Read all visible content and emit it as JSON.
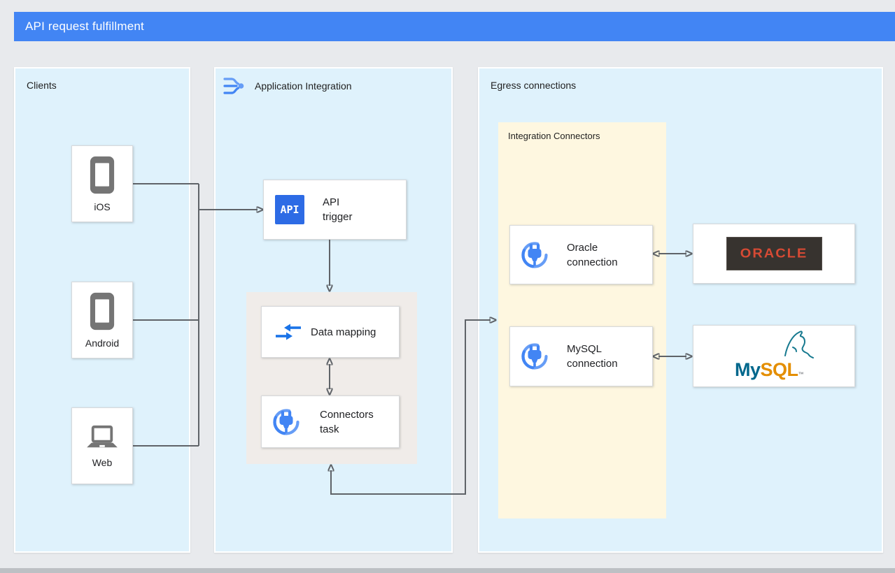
{
  "header": {
    "title": "API request fulfillment"
  },
  "clients_panel": {
    "label": "Clients",
    "cards": [
      {
        "label": "iOS",
        "icon": "smartphone-icon"
      },
      {
        "label": "Android",
        "icon": "smartphone-icon"
      },
      {
        "label": "Web",
        "icon": "laptop-icon"
      }
    ]
  },
  "integration_panel": {
    "label": "Application Integration",
    "icon": "application-integration-icon",
    "api_trigger": {
      "label": "API trigger",
      "icon": "api-icon",
      "icon_text": "API"
    },
    "flow_group": {
      "data_mapping": {
        "label": "Data mapping",
        "icon": "data-mapping-icon"
      },
      "connectors_task": {
        "label": "Connectors task",
        "icon": "connector-plug-icon"
      }
    }
  },
  "egress_panel": {
    "label": "Egress connections",
    "integration_connectors": {
      "label": "Integration Connectors",
      "connections": [
        {
          "label": "Oracle connection",
          "icon": "connector-plug-icon"
        },
        {
          "label": "MySQL connection",
          "icon": "connector-plug-icon"
        }
      ]
    },
    "targets": {
      "oracle": {
        "logo_text": "ORACLE"
      },
      "mysql": {
        "logo_my": "My",
        "logo_sql": "SQL",
        "tm": "™",
        "icon": "mysql-dolphin-icon"
      }
    }
  },
  "colors": {
    "canvas_bg": "#E8EAED",
    "header_bg": "#4285F4",
    "panel_bg": "#DFF2FC",
    "warm_group_bg": "#F0ECE9",
    "yellow_group_bg": "#FEF7E0",
    "wire": "#5F6368",
    "text": "#202124",
    "api_icon_bg": "#2D6BE5",
    "icon_blue": "#4285F4",
    "icon_blue_light": "#669DF6",
    "device_icon_gray": "#757575",
    "oracle_badge_bg": "#37332F",
    "oracle_red": "#D64A34",
    "mysql_blue": "#00678C",
    "mysql_orange": "#E48E00",
    "bottom_strip": "#BDC0C4"
  }
}
